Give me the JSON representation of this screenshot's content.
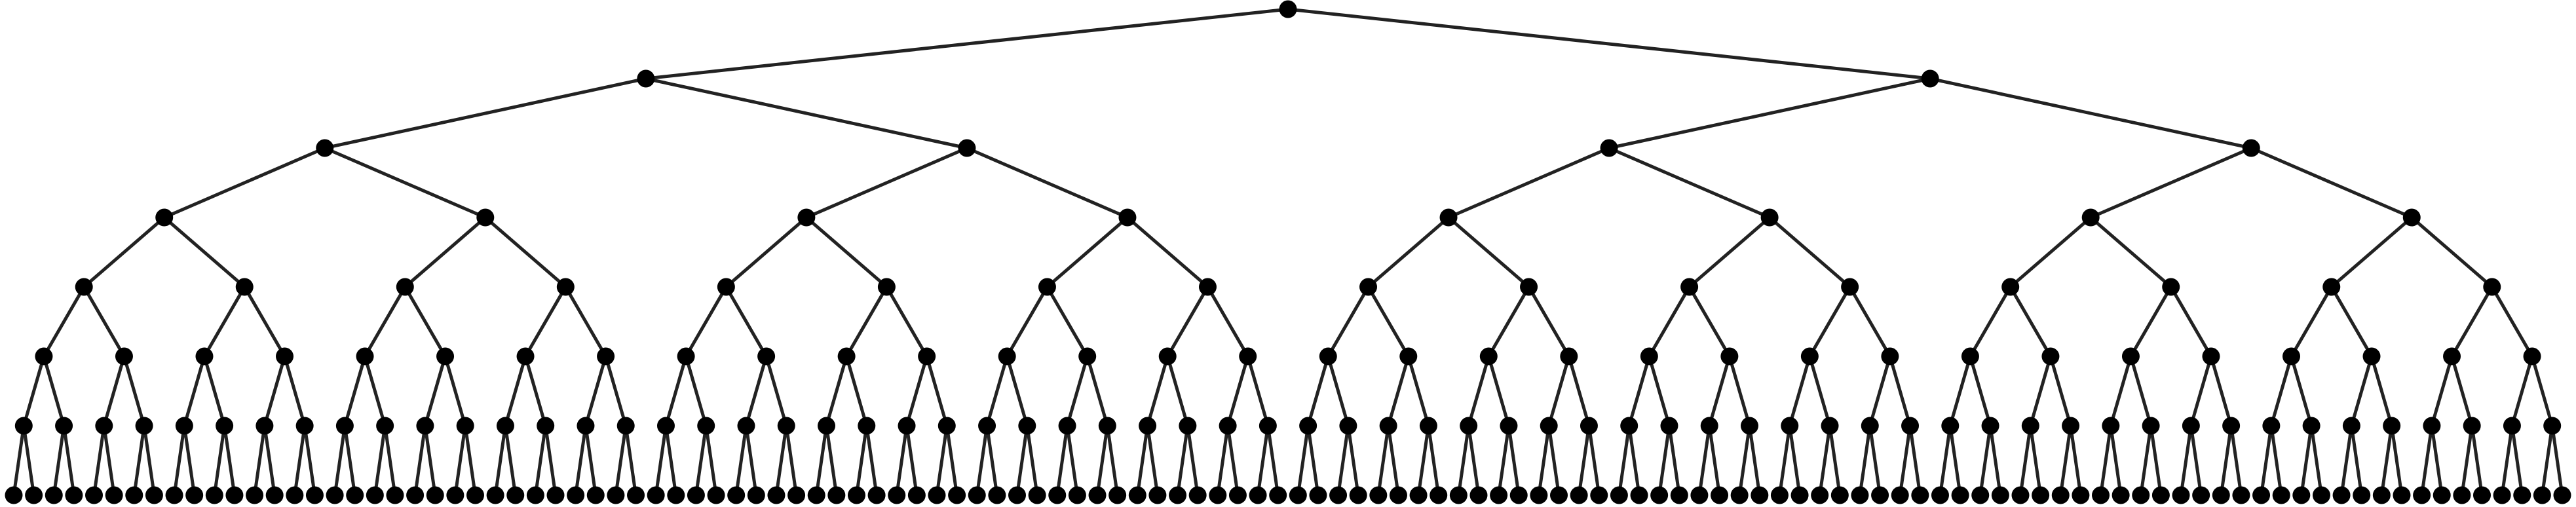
{
  "diagram": {
    "type": "binary-tree",
    "depth": 8,
    "branching_factor": 2,
    "levels": [
      {
        "level": 0,
        "nodes": 1
      },
      {
        "level": 1,
        "nodes": 2
      },
      {
        "level": 2,
        "nodes": 4
      },
      {
        "level": 3,
        "nodes": 8
      },
      {
        "level": 4,
        "nodes": 16
      },
      {
        "level": 5,
        "nodes": 32
      },
      {
        "level": 6,
        "nodes": 64
      },
      {
        "level": 7,
        "nodes": 128
      }
    ],
    "total_nodes": 255,
    "node_color": "#000000",
    "edge_color": "#222222",
    "background": "#ffffff"
  }
}
